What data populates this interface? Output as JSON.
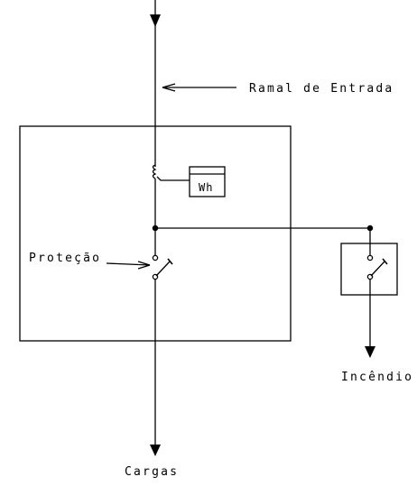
{
  "labels": {
    "ramal_entrada": "Ramal de Entrada",
    "protecao": "Proteção",
    "incendio": "Incêndio",
    "cargas": "Cargas",
    "meter": "Wh"
  },
  "colors": {
    "line": "#000000",
    "background": "#ffffff"
  }
}
